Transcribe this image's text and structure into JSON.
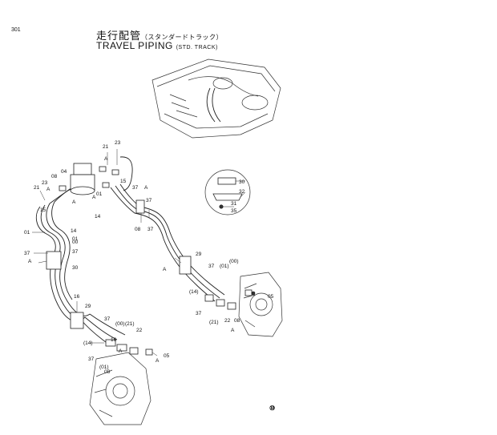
{
  "header": {
    "page_number": "301",
    "title_ja": "走行配管",
    "title_ja_sub": "（スタンダードトラック）",
    "title_en": "TRAVEL PIPING",
    "title_en_sub": "(STD. TRACK)"
  },
  "footer_mark": "⑩",
  "callouts": [
    "21",
    "23",
    "A",
    "08",
    "04",
    "A",
    "23",
    "21",
    "01",
    "15",
    "A",
    "14",
    "14",
    "00",
    "37",
    "A",
    "30",
    "37",
    "A",
    "37",
    "A",
    "15",
    "01",
    "08",
    "37",
    "30",
    "32",
    "31",
    "35",
    "A",
    "29",
    "37",
    "(01)",
    "(00)",
    "(14)",
    "37",
    "(21)",
    "22",
    "08",
    "A",
    "05",
    "16",
    "29",
    "37",
    "(00)",
    "(21)",
    "22",
    "(14)",
    "37",
    "(01)",
    "08",
    "05",
    "A",
    "16",
    "A",
    "01",
    "37"
  ]
}
